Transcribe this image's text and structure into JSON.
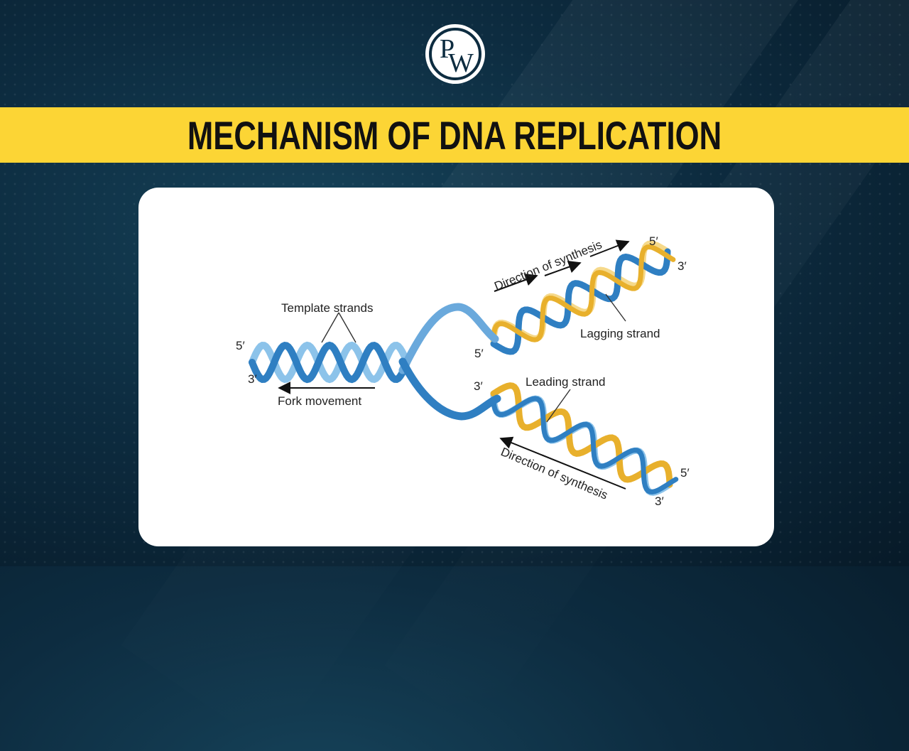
{
  "header": {
    "logo_letter_top": "P",
    "logo_letter_bottom": "W",
    "title": "MECHANISM OF DNA REPLICATION"
  },
  "diagram": {
    "labels": {
      "template_strands": "Template strands",
      "fork_movement": "Fork movement",
      "direction_synthesis_top": "Direction of synthesis",
      "lagging_strand": "Lagging strand",
      "leading_strand": "Leading strand",
      "direction_synthesis_bottom": "Direction of synthesis"
    },
    "ends": {
      "left_top": "5′",
      "left_bottom": "3′",
      "upper_start": "5′",
      "upper_end_top": "5′",
      "upper_end_right": "3′",
      "lower_start": "3′",
      "lower_end_right": "5′",
      "lower_end_bottom": "3′"
    }
  },
  "colors": {
    "template_blue": "#2f7fc2",
    "template_light": "#8cc3ea",
    "new_gold": "#e8b02c",
    "new_light": "#f6d98a",
    "banner": "#fcd535"
  }
}
